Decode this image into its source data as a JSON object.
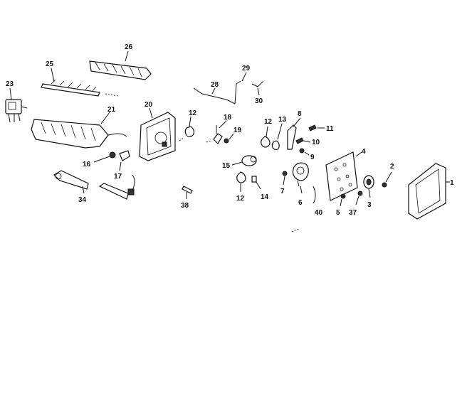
{
  "diagram": {
    "labels": {
      "p1": "1",
      "p2": "2",
      "p3": "3",
      "p4": "4",
      "p5": "5",
      "p6": "6",
      "p7": "7",
      "p8": "8",
      "p9": "9",
      "p10": "10",
      "p11": "11",
      "p12a": "12",
      "p12b": "12",
      "p12c": "12",
      "p13": "13",
      "p14": "14",
      "p15": "15",
      "p16": "16",
      "p17": "17",
      "p18": "18",
      "p19": "19",
      "p20": "20",
      "p21": "21",
      "p23": "23",
      "p25": "25",
      "p26": "26",
      "p28": "28",
      "p29": "29",
      "p30": "30",
      "p34": "34",
      "p37": "37",
      "p38": "38",
      "p40": "40"
    }
  }
}
